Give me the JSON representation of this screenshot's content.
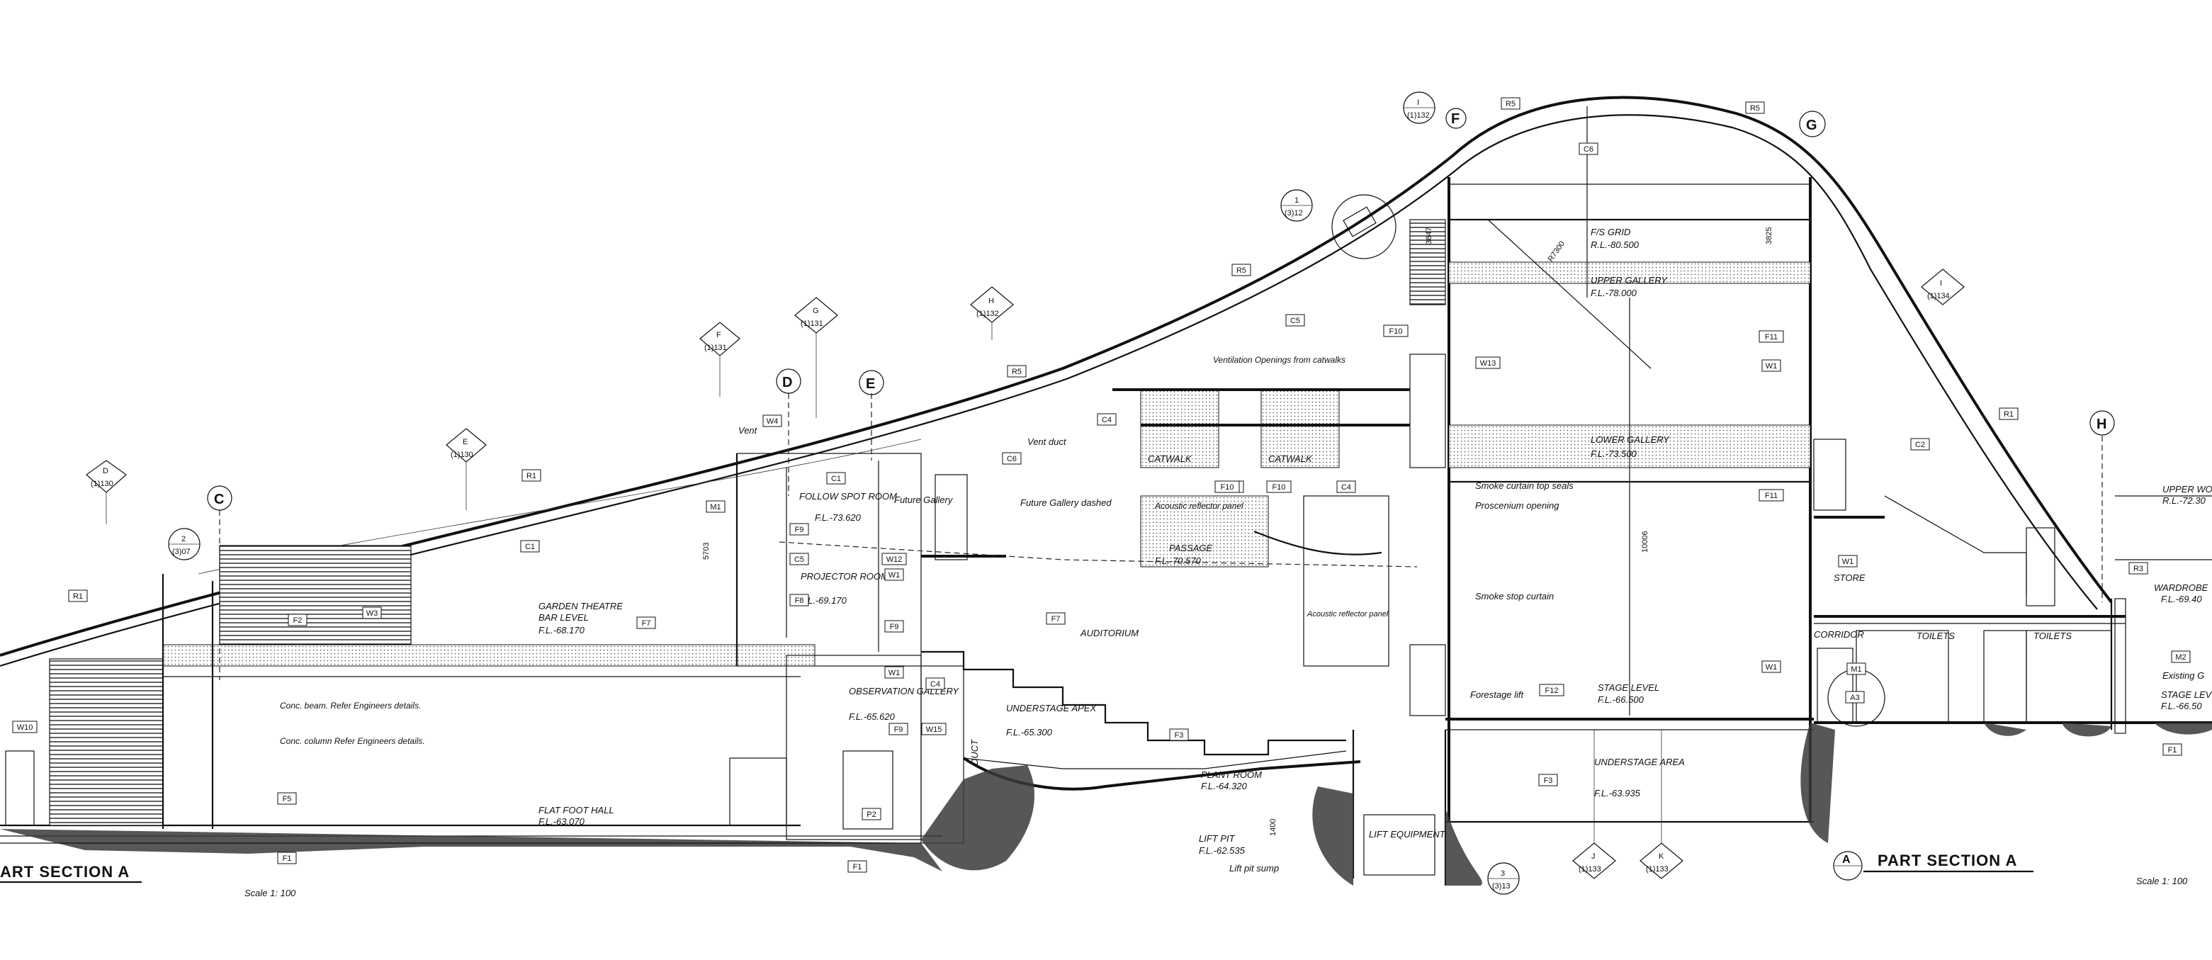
{
  "titles": {
    "left": "ART SECTION A",
    "right": "PART SECTION A",
    "right_marker": "A",
    "scale_left": "Scale 1: 100",
    "scale_right": "Scale 1: 100"
  },
  "grid_markers": {
    "C_left": "C",
    "D": "D",
    "E": "E",
    "G": "G",
    "H": "H",
    "F_top": "F"
  },
  "section_refs": {
    "D": {
      "letter": "D",
      "sheet": "(1)130"
    },
    "E": {
      "letter": "E",
      "sheet": "(1)130"
    },
    "F": {
      "letter": "F",
      "sheet": "(1)131"
    },
    "G": {
      "letter": "G",
      "sheet": "(1)131"
    },
    "H": {
      "letter": "H",
      "sheet": "(1)132"
    },
    "I_top": {
      "letter": "I",
      "sheet": "(1)132"
    },
    "I_mid": {
      "letter": "1",
      "sheet": "(3)12"
    },
    "num2": {
      "letter": "2",
      "sheet": "(3)07"
    },
    "right": {
      "letter": "I",
      "sheet": "(1)134"
    },
    "J": {
      "letter": "J",
      "sheet": "(1)133"
    },
    "K": {
      "letter": "K",
      "sheet": "(1)133"
    },
    "num3": {
      "letter": "3",
      "sheet": "(3)13"
    }
  },
  "spaces": {
    "follow_spot_room": "FOLLOW SPOT ROOM",
    "follow_spot_fl": "F.L.-73.620",
    "future_gallery": "Future Gallery",
    "projector_room": "PROJECTOR ROOM",
    "projector_fl": "F.L.-69.170",
    "garden_theatre": "GARDEN THEATRE",
    "bar_level": "BAR LEVEL",
    "bar_fl": "F.L.-68.170",
    "passage": "PASSAGE",
    "passage_fl": "F.L.-70.570",
    "auditorium": "AUDITORIUM",
    "observation_gallery": "OBSERVATION GALLERY",
    "observation_fl": "F.L.-65.620",
    "understage_apex": "UNDERSTAGE APEX",
    "understage_apex_fl": "F.L.-65.300",
    "flat_foot_hall": "FLAT FOOT HALL",
    "flat_foot_fl": "F.L.-63.070",
    "plant_room": "PLANT ROOM",
    "plant_room_fl": "F.L.-64.320",
    "lift_pit": "LIFT PIT",
    "lift_pit_fl": "F.L.-62.535",
    "lift_equipment": "LIFT EQUIPMENT",
    "lift_sump": "Lift pit sump",
    "catwalk_1": "CATWALK",
    "catwalk_2": "CATWALK",
    "fs_grid": "F/S GRID",
    "fs_grid_rl": "R.L.-80.500",
    "upper_gallery": "UPPER GALLERY",
    "upper_gallery_fl": "F.L.-78.000",
    "lower_gallery": "LOWER GALLERY",
    "lower_gallery_fl": "F.L.-73.500",
    "stage_level": "STAGE LEVEL",
    "stage_level_fl": "F.L.-66.500",
    "understage_area": "UNDERSTAGE AREA",
    "understage_area_fl": "F.L.-63.935",
    "store": "STORE",
    "corridor": "CORRIDOR",
    "toilets_1": "TOILETS",
    "toilets_2": "TOILETS",
    "upper_wo": "UPPER WO",
    "upper_wo_rl": "R.L.-72.30",
    "wardrobe": "WARDROBE",
    "wardrobe_fl": "F.L.-69.40",
    "existing": "Existing G",
    "stage_lev": "STAGE LEV",
    "stage_lev_fl": "F.L.-66.50"
  },
  "notes": {
    "vent": "Vent",
    "vent_duct": "Vent duct",
    "future_gallery_dashed": "Future Gallery dashed",
    "ventilation_openings": "Ventilation Openings from catwalks",
    "acoustic_reflector_1": "Acoustic reflector panel",
    "acoustic_reflector_2": "Acoustic reflector panel",
    "smoke_curtain_seals": "Smoke curtain top seals",
    "proscenium": "Proscenium opening",
    "smoke_stop_curtain": "Smoke stop curtain",
    "forestage_lift": "Forestage lift",
    "conc_beam": "Conc. beam. Refer Engineers details.",
    "conc_column": "Conc. column Refer Engineers details.",
    "duct": "DUCT"
  },
  "dimensions": {
    "d5703": "5703",
    "d10006": "10006",
    "d3847": "3847",
    "d3825": "3825",
    "d1400": "1400",
    "dR7300": "R7300"
  },
  "tags": {
    "R1_a": "R1",
    "R1_b": "R1",
    "R1_c": "R1",
    "R5_a": "R5",
    "R5_b": "R5",
    "R5_c": "R5",
    "R5_d": "R5",
    "R3": "R3",
    "C1_a": "C1",
    "C1_b": "C1",
    "C2": "C2",
    "C4_a": "C4",
    "C4_b": "C4",
    "C4_c": "C4",
    "C4_d": "C4",
    "C5_a": "C5",
    "C5_b": "C5",
    "C6_a": "C6",
    "C6_b": "C6",
    "F1_a": "F1",
    "F1_b": "F1",
    "F1_c": "F1",
    "F2": "F2",
    "F3_a": "F3",
    "F3_b": "F3",
    "F5": "F5",
    "F7_a": "F7",
    "F7_b": "F7",
    "F8": "F8",
    "F9_a": "F9",
    "F9_b": "F9",
    "F9_c": "F9",
    "F10_a": "F10",
    "F10_b": "F10",
    "F10_c": "F10",
    "F11_a": "F11",
    "F11_b": "F11",
    "F12": "F12",
    "W1_a": "W1",
    "W1_b": "W1",
    "W1_c": "W1",
    "W1_d": "W1",
    "W1_e": "W1",
    "W3": "W3",
    "W4": "W4",
    "W10": "W10",
    "W12": "W12",
    "W13": "W13",
    "W15": "W15",
    "M1_a": "M1",
    "M1_b": "M1",
    "M2": "M2",
    "A3": "A3",
    "P2": "P2"
  }
}
